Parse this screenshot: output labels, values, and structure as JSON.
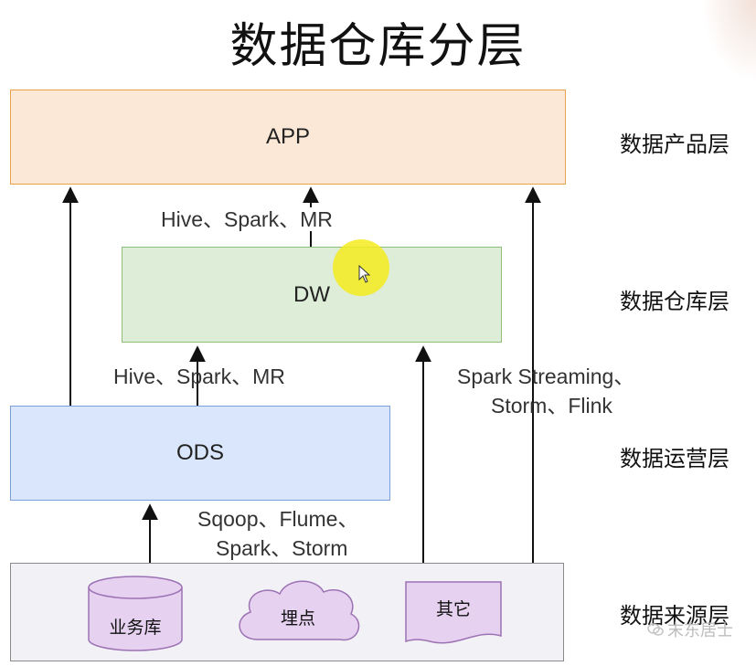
{
  "title": "数据仓库分层",
  "layers": {
    "app": {
      "box_label": "APP",
      "side_label": "数据产品层"
    },
    "dw": {
      "box_label": "DW",
      "side_label": "数据仓库层"
    },
    "ods": {
      "box_label": "ODS",
      "side_label": "数据运营层"
    },
    "source": {
      "side_label": "数据来源层"
    }
  },
  "edges": {
    "dw_to_app": "Hive、Spark、MR",
    "ods_to_dw": "Hive、Spark、MR",
    "stream_line1": "Spark Streaming、",
    "stream_line2": "Storm、Flink",
    "src_to_ods_line1": "Sqoop、Flume、",
    "src_to_ods_line2": "Spark、Storm"
  },
  "sources": {
    "database": "业务库",
    "cloud": "埋点",
    "document": "其它"
  },
  "watermark": "末东居士",
  "colors": {
    "app_fill": "#fce8d7",
    "app_border": "#e9a24a",
    "dw_fill": "#deedd7",
    "dw_border": "#8fc07a",
    "ods_fill": "#d9e6fb",
    "ods_border": "#7c9fd8",
    "source_fill": "#f2f2f6",
    "shape_fill": "#e6d1f0",
    "shape_border": "#9c72b4"
  }
}
